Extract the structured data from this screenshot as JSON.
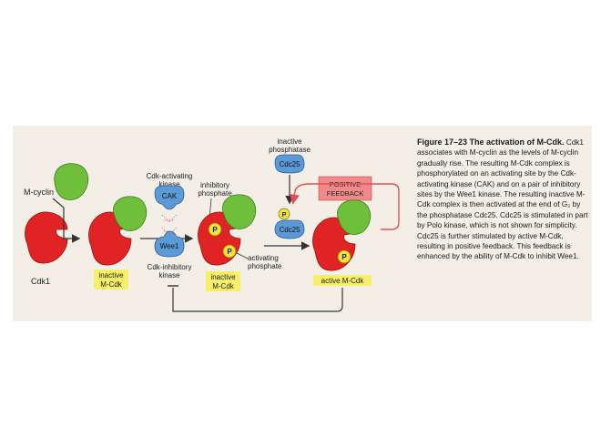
{
  "labels": {
    "m_cyclin": "M-cyclin",
    "cdk1": "Cdk1",
    "inactive_m_cdk": [
      "inactive",
      "M-Cdk"
    ],
    "cdk_activating_kinase": [
      "Cdk-activating",
      "kinase"
    ],
    "cak": "CAK",
    "wee1": "Wee1",
    "cdk_inhibitory_kinase": [
      "Cdk-inhibitory",
      "kinase"
    ],
    "inhibitory_phosphate": [
      "inhibitory",
      "phosphate"
    ],
    "activating_phosphate": [
      "activating",
      "phosphate"
    ],
    "inactive_phosphatase": [
      "inactive",
      "phosphatase"
    ],
    "cdc25": "Cdc25",
    "positive_feedback": [
      "POSITIVE",
      "FEEDBACK"
    ],
    "active_m_cdk": "active M-Cdk",
    "p": "P"
  },
  "caption": {
    "title": "Figure 17–23 The activation of M-Cdk.",
    "body": "Cdk1 associates with M-cyclin as the levels of M-cyclin gradually rise. The resulting M-Cdk complex is phosphorylated on an activating site by the Cdk-activating kinase (CAK) and on a pair of inhibitory sites by the Wee1 kinase. The resulting inactive M-Cdk complex is then activated at the end of G₂ by the phosphatase Cdc25. Cdc25 is stimulated in part by Polo kinase, which is not shown for simplicity. Cdc25 is further stimulated by active M-Cdk, resulting in positive feedback. This feedback is enhanced by the ability of M-Cdk to inhibit Wee1."
  },
  "colors": {
    "cdk_red": "#e02323",
    "cyclin_green": "#6fbf3a",
    "enzyme_blue": "#5b9ad6",
    "phosphate_yellow": "#f2e33a",
    "label_yellow": "#f7ef6a",
    "feedback_pink": "#f08a8a",
    "feedback_line": "#e0505a",
    "paper_tint": "#f3efe6"
  }
}
